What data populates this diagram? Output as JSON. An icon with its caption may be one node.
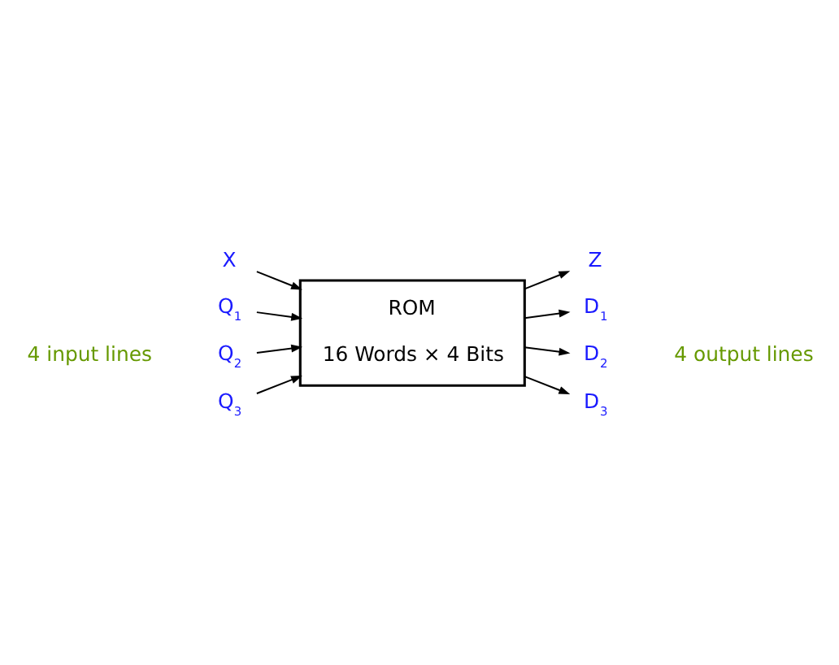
{
  "diagram": {
    "nodes": [
      {
        "text": [
          "ROM",
          "16 Words × 4 Bits"
        ]
      },
      {
        "text": [
          "X"
        ]
      },
      {
        "text": [
          "Q$_{1}$"
        ]
      },
      {
        "text": [
          "Q$_{2}$"
        ]
      },
      {
        "text": [
          "Q$_{3}$"
        ]
      },
      {
        "text": [
          "Z"
        ]
      },
      {
        "text": [
          "D$_{1}$"
        ]
      },
      {
        "text": [
          "D$_{2}$"
        ]
      },
      {
        "text": [
          "D$_{3}$"
        ]
      }
    ],
    "edges": [
      {
        "from": 1,
        "to": 0,
        "arrow": "to"
      },
      {
        "from": 2,
        "to": 0,
        "arrow": "to"
      },
      {
        "from": 3,
        "to": 0,
        "arrow": "to"
      },
      {
        "from": 4,
        "to": 0,
        "arrow": "to"
      },
      {
        "from": 0,
        "to": 5,
        "arrow": "to"
      },
      {
        "from": 0,
        "to": 6,
        "arrow": "to"
      },
      {
        "from": 0,
        "to": 7,
        "arrow": "to"
      },
      {
        "from": 0,
        "to": 8,
        "arrow": "to"
      }
    ],
    "labels": [
      "4 input lines",
      "4 output lines"
    ]
  }
}
